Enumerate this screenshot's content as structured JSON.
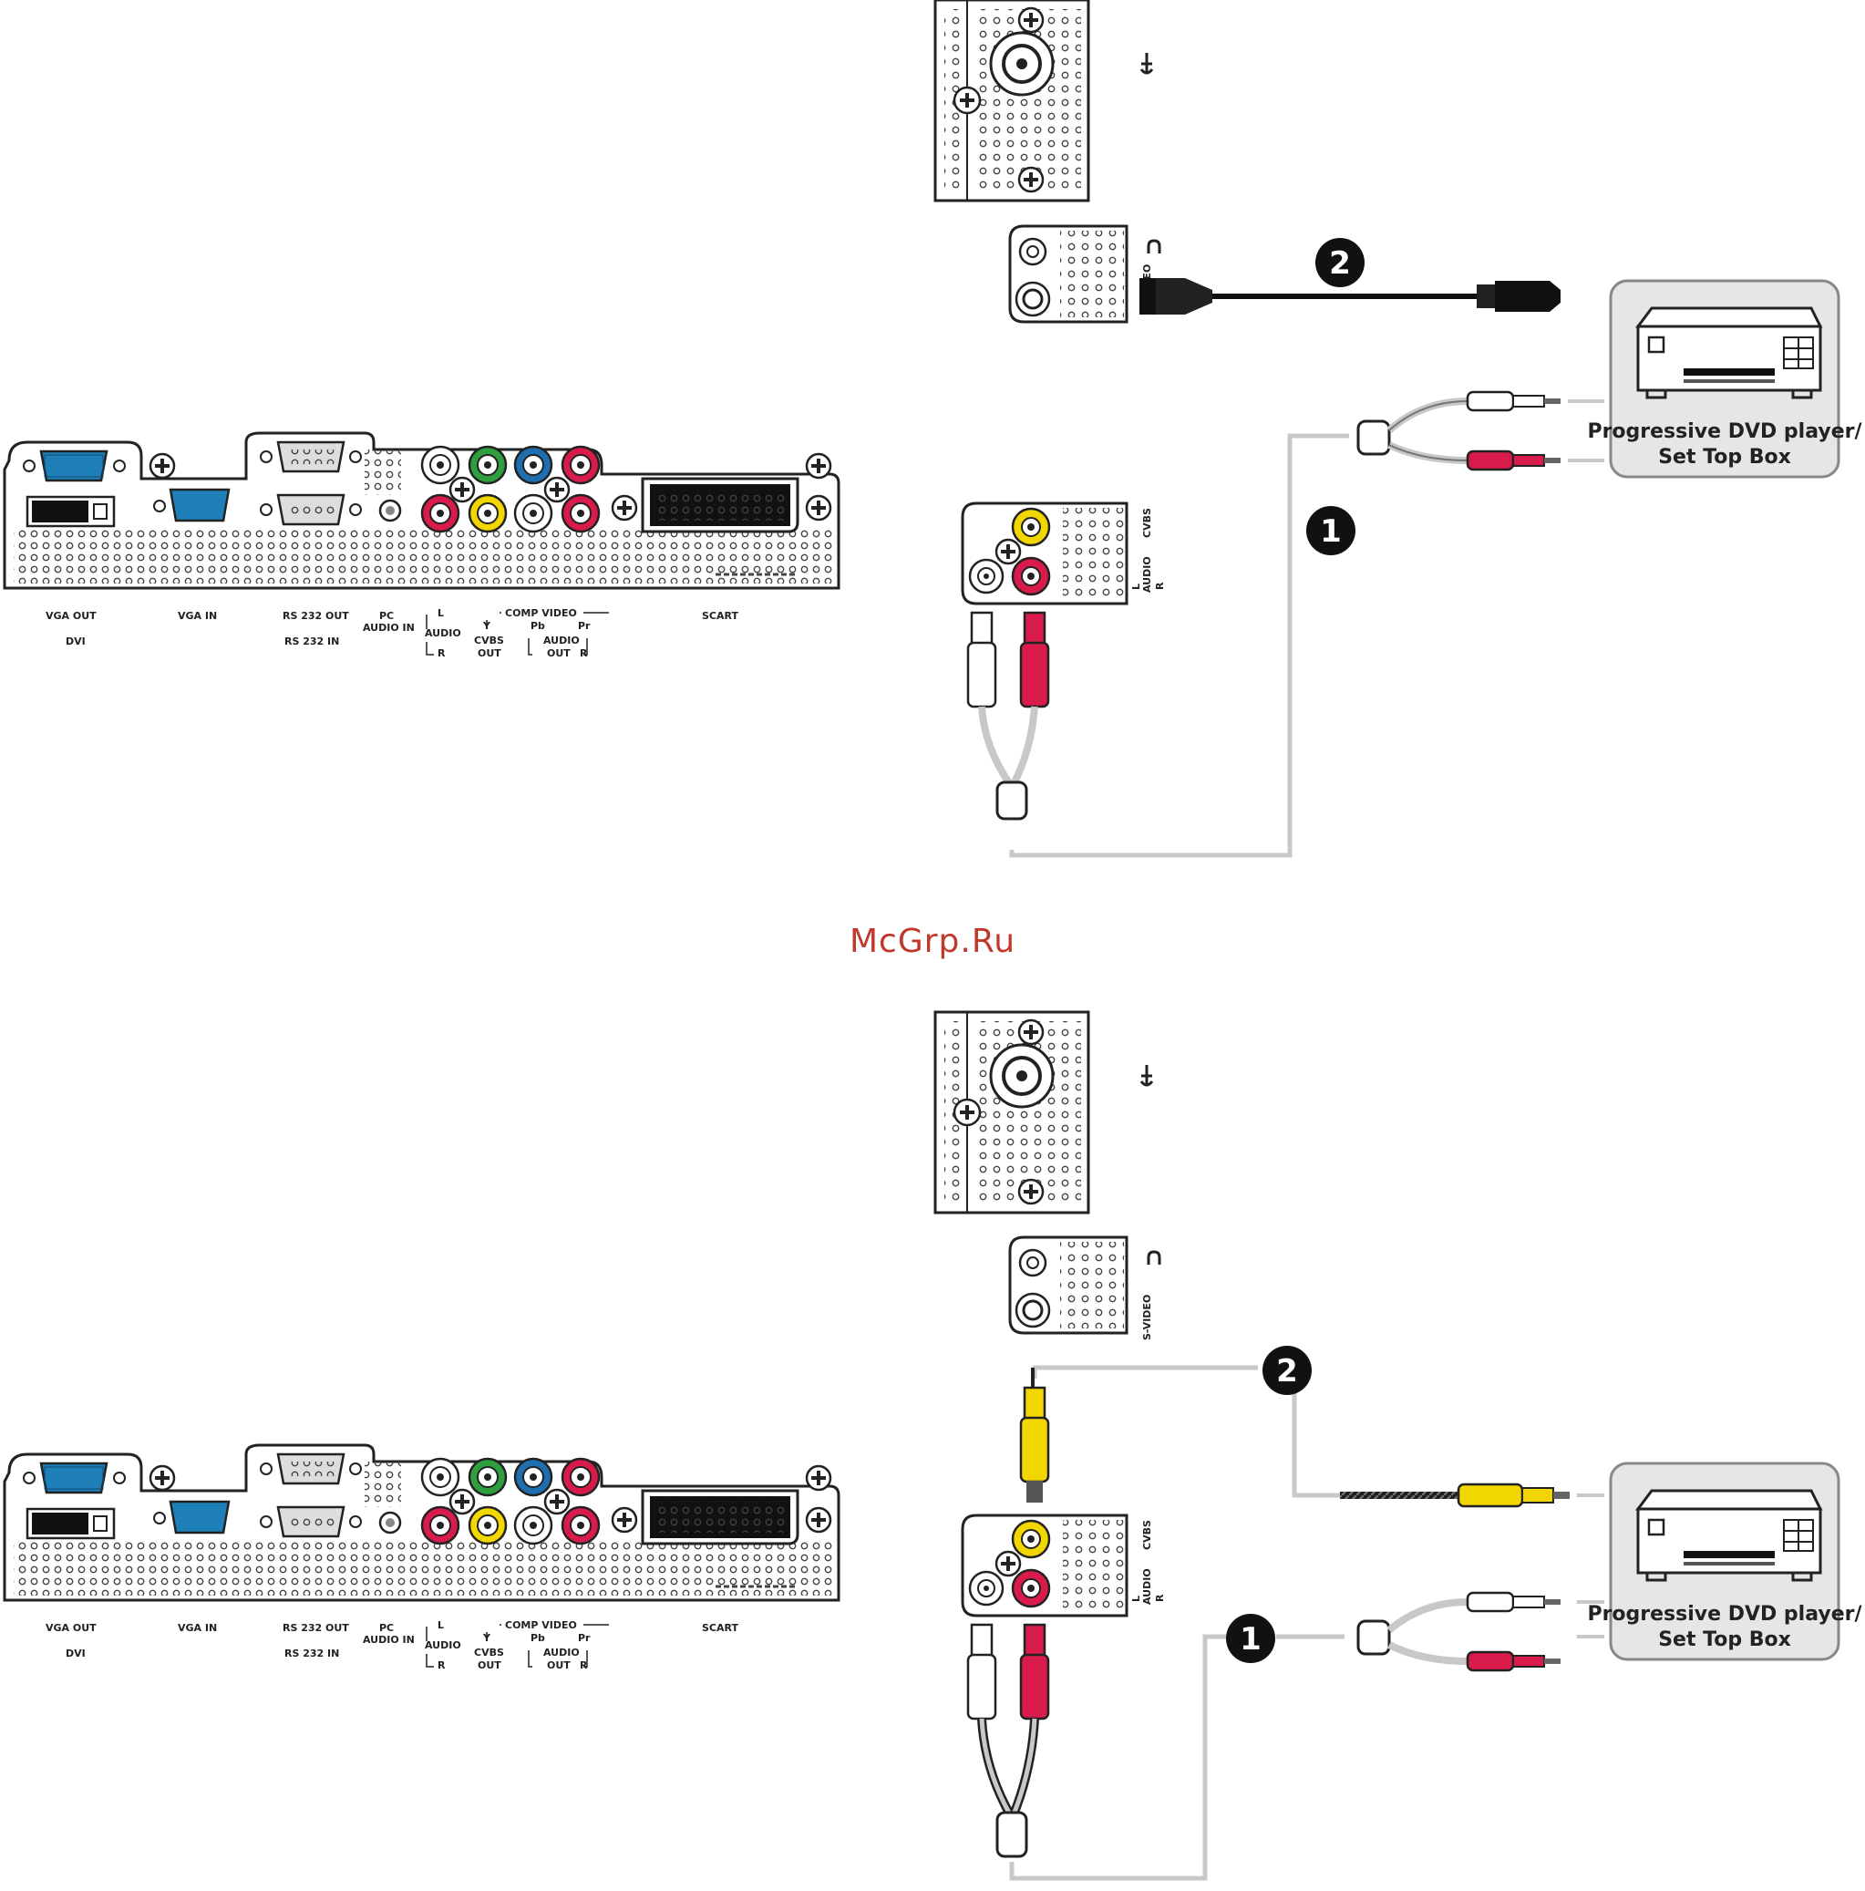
{
  "watermark": "McGrp.Ru",
  "panel_labels": {
    "vga_out": "VGA OUT",
    "dvi": "DVI",
    "vga_in": "VGA IN",
    "rs232_out": "RS 232 OUT",
    "rs232_in": "RS 232 IN",
    "pc_audio_in_1": "PC",
    "pc_audio_in_2": "AUDIO IN",
    "audio_l": "L",
    "audio": "AUDIO",
    "audio_r": "R",
    "comp_video": "COMP VIDEO",
    "y": "Y",
    "pb": "Pb",
    "pr": "Pr",
    "cvbs": "CVBS",
    "out": "OUT",
    "audio_out_1": "AUDIO",
    "audio_out_2": "OUT",
    "audio_out_r": "R",
    "scart": "SCART"
  },
  "side_labels": {
    "svideo": "S-VIDEO",
    "cvbs": "CVBS",
    "audio_l": "L",
    "audio": "AUDIO",
    "audio_r": "R"
  },
  "device": {
    "line1": "Progressive DVD player/",
    "line2": "Set Top Box"
  },
  "callouts": {
    "one": "1",
    "two": "2"
  },
  "colors": {
    "vga": "#1f7fb8",
    "green": "#2e9e3f",
    "blue": "#1f6fb0",
    "red": "#d81b4a",
    "yellow": "#f2d600",
    "white": "#ffffff",
    "device_bg": "#e6e6e6",
    "cable": "#c8c8c8"
  }
}
